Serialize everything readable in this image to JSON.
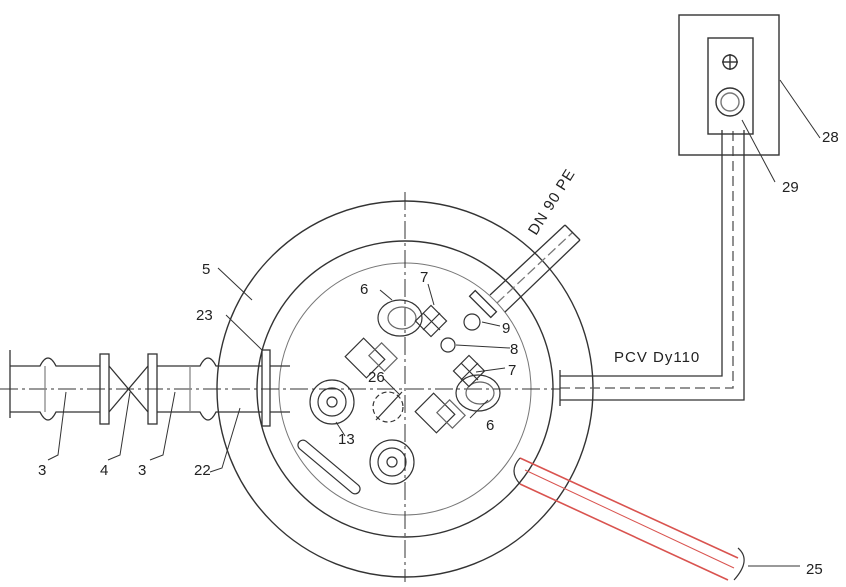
{
  "labels": {
    "l3a": "3",
    "l4": "4",
    "l3b": "3",
    "l22": "22",
    "l23": "23",
    "l5": "5",
    "l6a": "6",
    "l7a": "7",
    "l9": "9",
    "l8": "8",
    "l7b": "7",
    "l6b": "6",
    "l26": "26",
    "l13": "13",
    "l25": "25",
    "l28": "28",
    "l29": "29",
    "dn90": "DN 90 PE",
    "pcv": "PCV Dy110"
  },
  "colors": {
    "line": "#333333",
    "line_light": "#666666",
    "accent_red": "#d9534f"
  }
}
